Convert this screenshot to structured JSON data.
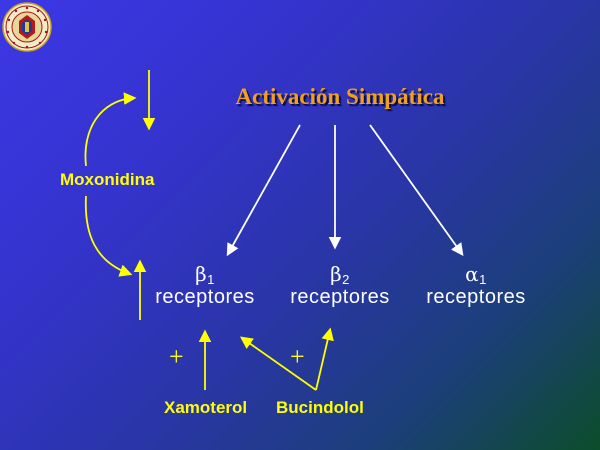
{
  "title": "Activación Simpática",
  "drugs": {
    "moxonidina": "Moxonidina",
    "xamoterol": "Xamoterol",
    "bucindolol": "Bucindolol"
  },
  "plus_sign": "+",
  "receptors": [
    {
      "symbol": "β",
      "subscript": "1",
      "label": "receptores"
    },
    {
      "symbol": "β",
      "subscript": "2",
      "label": "receptores"
    },
    {
      "symbol": "α",
      "subscript": "1",
      "label": "receptores"
    }
  ],
  "colors": {
    "title": "#f0a020",
    "drug_labels": "#ffff00",
    "receptor_text": "#ffffff",
    "activation_arrows": "#ffffff",
    "drug_arrows": "#ffff00"
  },
  "icons": {
    "logo": "university-seal-logo"
  }
}
